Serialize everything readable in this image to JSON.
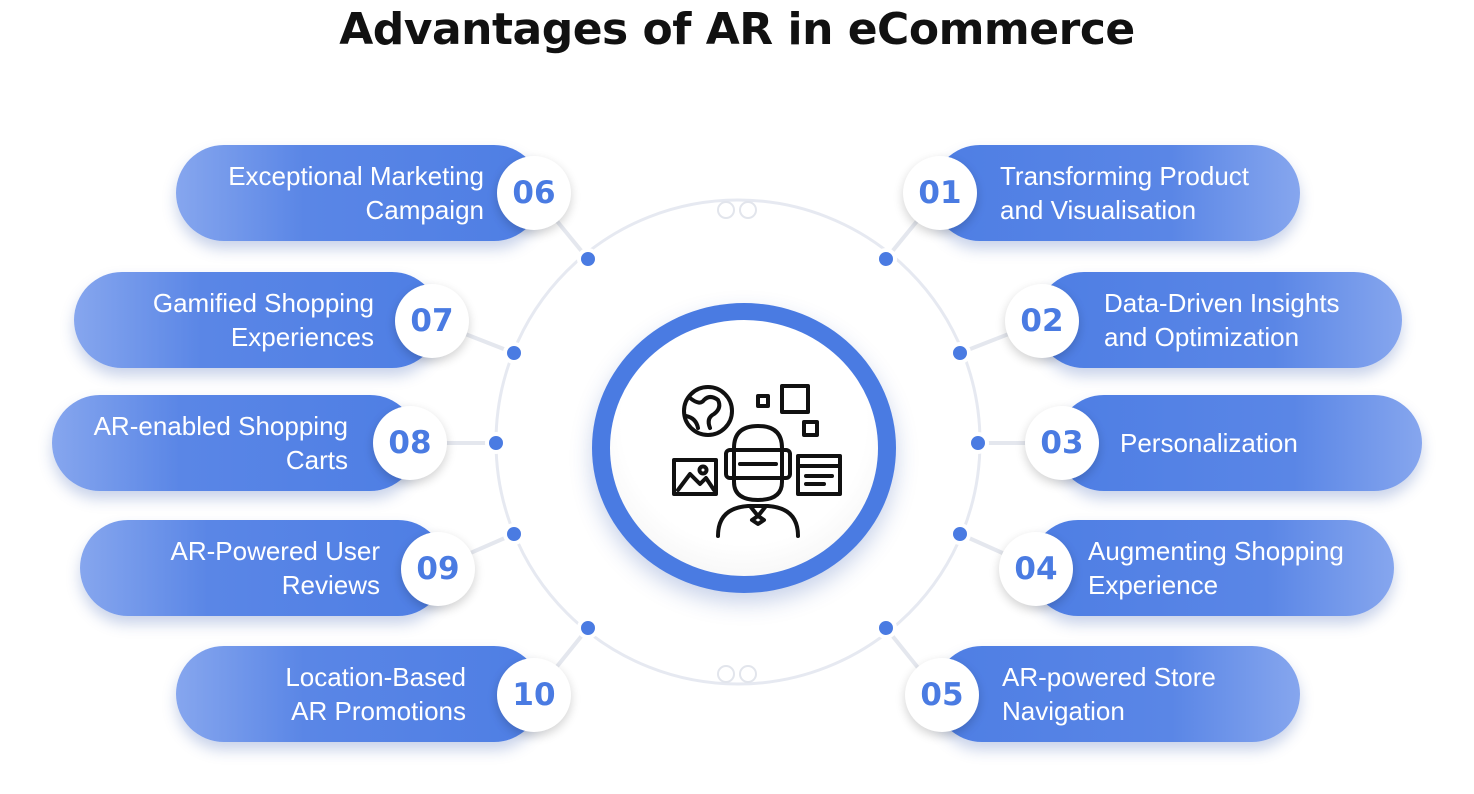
{
  "title": "Advantages of AR in eCommerce",
  "center_icon": "vr-headset-person-icon",
  "colors": {
    "accent": "#4a7be2",
    "pill_light": "#86a6ee",
    "text_dark": "#111111"
  },
  "items": [
    {
      "number": "01",
      "line1": "Transforming Product",
      "line2": "and Visualisation"
    },
    {
      "number": "02",
      "line1": "Data-Driven Insights",
      "line2": "and Optimization"
    },
    {
      "number": "03",
      "line1": "Personalization",
      "line2": ""
    },
    {
      "number": "04",
      "line1": "Augmenting Shopping",
      "line2": "Experience"
    },
    {
      "number": "05",
      "line1": "AR-powered Store",
      "line2": "Navigation"
    },
    {
      "number": "06",
      "line1": "Exceptional Marketing",
      "line2": "Campaign"
    },
    {
      "number": "07",
      "line1": "Gamified Shopping",
      "line2": "Experiences"
    },
    {
      "number": "08",
      "line1": "AR-enabled Shopping",
      "line2": "Carts"
    },
    {
      "number": "09",
      "line1": "AR-Powered User",
      "line2": "Reviews"
    },
    {
      "number": "10",
      "line1": "Location-Based",
      "line2": "AR Promotions"
    }
  ]
}
